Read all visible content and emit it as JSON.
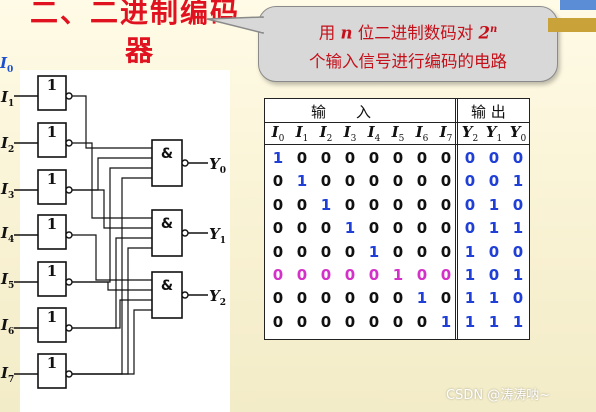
{
  "title": {
    "line1": "二、二进制编码",
    "line2": "器"
  },
  "callout": {
    "prefix": "用 ",
    "n": "n",
    "middle": " 位二进制数码对 ",
    "base": "2",
    "exp": "n",
    "line2": "个输入信号进行编码的电路"
  },
  "circuit": {
    "inputs": [
      "I",
      "I",
      "I",
      "I",
      "I",
      "I",
      "I",
      "I"
    ],
    "input_subs": [
      "0",
      "1",
      "2",
      "3",
      "4",
      "5",
      "6",
      "7"
    ],
    "not_gate_label": "1",
    "and_gate_label": "&",
    "outputs": [
      "Y",
      "Y",
      "Y"
    ],
    "output_subs": [
      "0",
      "1",
      "2"
    ]
  },
  "truth_table": {
    "input_header": "输　　入",
    "output_header": "输 出",
    "input_cols": [
      "0",
      "1",
      "2",
      "3",
      "4",
      "5",
      "6",
      "7"
    ],
    "output_cols": [
      "2",
      "1",
      "0"
    ],
    "rows": [
      {
        "inputs": [
          "1",
          "0",
          "0",
          "0",
          "0",
          "0",
          "0",
          "0"
        ],
        "outputs": [
          "0",
          "0",
          "0"
        ]
      },
      {
        "inputs": [
          "0",
          "1",
          "0",
          "0",
          "0",
          "0",
          "0",
          "0"
        ],
        "outputs": [
          "0",
          "0",
          "1"
        ]
      },
      {
        "inputs": [
          "0",
          "0",
          "1",
          "0",
          "0",
          "0",
          "0",
          "0"
        ],
        "outputs": [
          "0",
          "1",
          "0"
        ]
      },
      {
        "inputs": [
          "0",
          "0",
          "0",
          "1",
          "0",
          "0",
          "0",
          "0"
        ],
        "outputs": [
          "0",
          "1",
          "1"
        ]
      },
      {
        "inputs": [
          "0",
          "0",
          "0",
          "0",
          "1",
          "0",
          "0",
          "0"
        ],
        "outputs": [
          "1",
          "0",
          "0"
        ]
      },
      {
        "inputs": [
          "0",
          "0",
          "0",
          "0",
          "0",
          "1",
          "0",
          "0"
        ],
        "outputs": [
          "1",
          "0",
          "1"
        ]
      },
      {
        "inputs": [
          "0",
          "0",
          "0",
          "0",
          "0",
          "0",
          "1",
          "0"
        ],
        "outputs": [
          "1",
          "1",
          "0"
        ]
      },
      {
        "inputs": [
          "0",
          "0",
          "0",
          "0",
          "0",
          "0",
          "0",
          "1"
        ],
        "outputs": [
          "1",
          "1",
          "1"
        ]
      }
    ]
  },
  "colors": {
    "title": "#e1121f",
    "callout_text": "#c4101a",
    "blue": "#1f3fd6",
    "magenta": "#d431c9"
  },
  "watermark": "CSDN @涛涛呐~"
}
